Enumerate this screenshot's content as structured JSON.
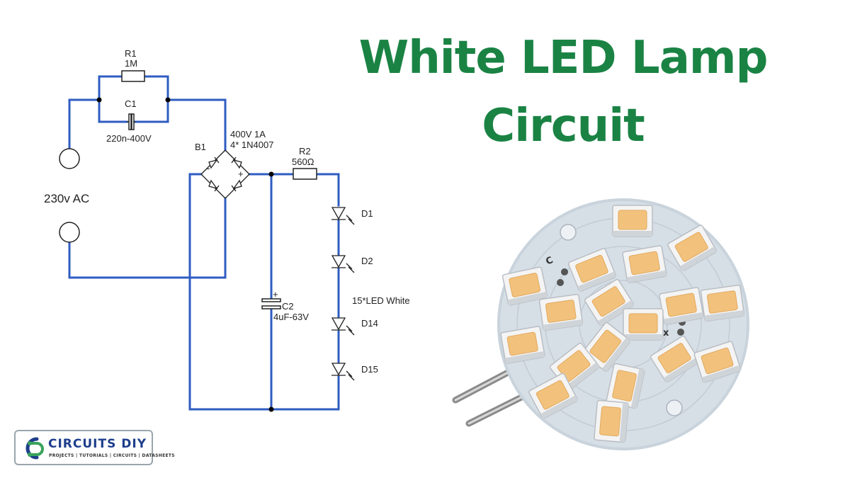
{
  "title": {
    "line1": "White LED Lamp",
    "line2": "Circuit"
  },
  "colors": {
    "title": "#1a8344",
    "wire": "#2f5cc2",
    "logo_blue": "#1e3e8c",
    "logo_green": "#3aa35c"
  },
  "schematic": {
    "r1_name": "R1",
    "r1_value": "1M",
    "c1_name": "C1",
    "c1_value": "220n-400V",
    "b1_name": "B1",
    "b1_rating": "400V 1A",
    "b1_part": "4* 1N4007",
    "r2_name": "R2",
    "r2_value": "560Ω",
    "source_label": "230v AC",
    "c2_name": "C2",
    "c2_value": "4uF-63V",
    "d1": "D1",
    "d2": "D2",
    "led_note": "15*LED White",
    "d14": "D14",
    "d15": "D15",
    "polarity_plus": "+",
    "polarity_minus": "-"
  },
  "photo": {
    "board_marks": [
      "C",
      "x"
    ]
  },
  "logo": {
    "name": "CIRCUITS DIY",
    "tagline": "PROJECTS | TUTORIALS | CIRCUITS | DATASHEETS"
  }
}
